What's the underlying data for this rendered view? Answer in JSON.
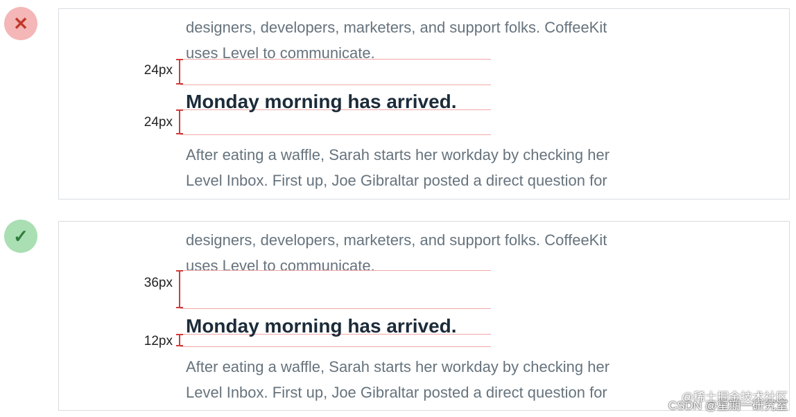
{
  "bad_example": {
    "icon": "close-icon",
    "color": "#c0392b",
    "top_text_line1": "designers, developers, marketers, and support folks. CoffeeKit",
    "top_text_line2": "uses Level to communicate.",
    "space_above_label": "24px",
    "heading": "Monday morning has arrived.",
    "space_below_label": "24px",
    "body_line1": "After eating a waffle, Sarah starts her workday by checking her",
    "body_line2": "Level Inbox. First up, Joe Gibraltar posted a direct question for"
  },
  "good_example": {
    "icon": "check-icon",
    "color": "#2e7d3a",
    "top_text_line1": "designers, developers, marketers, and support folks. CoffeeKit",
    "top_text_line2": "uses Level to communicate.",
    "space_above_label": "36px",
    "heading": "Monday morning has arrived.",
    "space_below_label": "12px",
    "body_line1": "After eating a waffle, Sarah starts her workday by checking her",
    "body_line2": "Level Inbox. First up, Joe Gibraltar posted a direct question for"
  },
  "watermark": "CSDN @星期一研究室",
  "watermark_overlay": "@稀土掘金技术社区"
}
